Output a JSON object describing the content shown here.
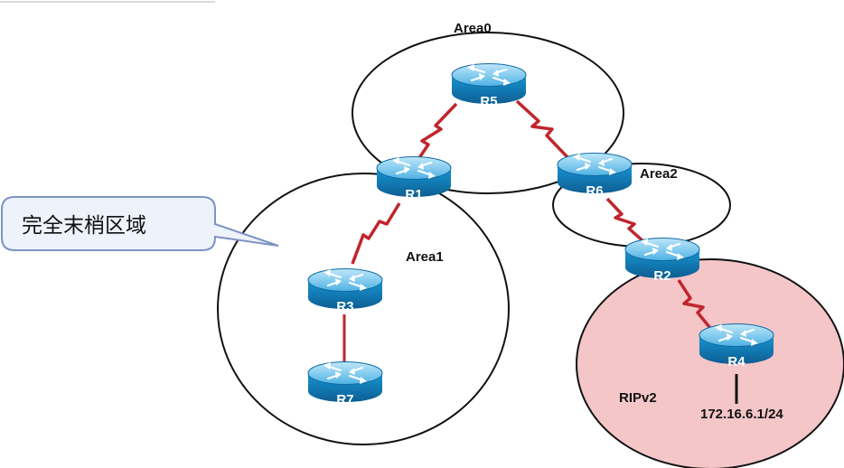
{
  "diagram": {
    "areas": [
      {
        "id": "area0",
        "label": "Area0"
      },
      {
        "id": "area1",
        "label": "Area1"
      },
      {
        "id": "area2",
        "label": "Area2"
      },
      {
        "id": "ripv2",
        "label": "RIPv2",
        "fill": "#f4c6c8"
      }
    ],
    "routers": [
      {
        "id": "r5",
        "label": "R5"
      },
      {
        "id": "r1",
        "label": "R1"
      },
      {
        "id": "r6",
        "label": "R6"
      },
      {
        "id": "r2",
        "label": "R2"
      },
      {
        "id": "r3",
        "label": "R3"
      },
      {
        "id": "r7",
        "label": "R7"
      },
      {
        "id": "r4",
        "label": "R4"
      }
    ],
    "links": [
      {
        "from": "R1",
        "to": "R5",
        "type": "serial"
      },
      {
        "from": "R5",
        "to": "R6",
        "type": "serial"
      },
      {
        "from": "R6",
        "to": "R2",
        "type": "serial"
      },
      {
        "from": "R2",
        "to": "R4",
        "type": "serial"
      },
      {
        "from": "R1",
        "to": "R3",
        "type": "serial"
      },
      {
        "from": "R3",
        "to": "R7",
        "type": "ethernet"
      }
    ],
    "network": {
      "label": "172.16.6.1/24"
    },
    "callout": {
      "text": "完全末梢区域"
    },
    "colors": {
      "link": "#c0262d",
      "router_body": "#1f8fc9",
      "router_top": "#7ccbef",
      "area_stroke": "#111111",
      "callout_fill": "#eef2fb",
      "callout_stroke": "#7c93c2"
    },
    "icons": [
      "router-icon"
    ]
  }
}
